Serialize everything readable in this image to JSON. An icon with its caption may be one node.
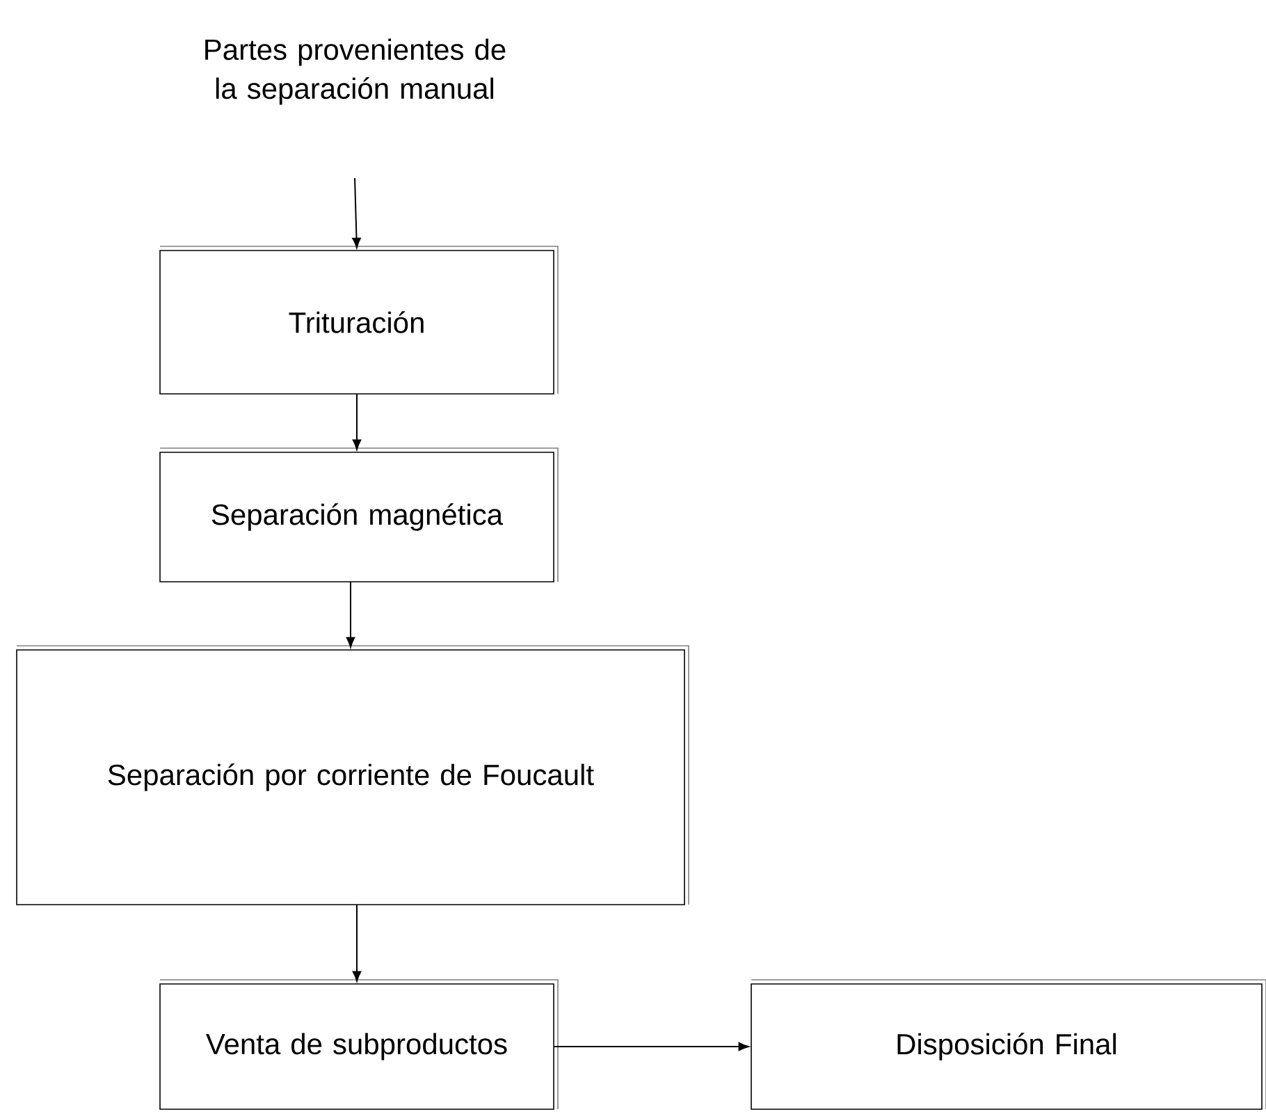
{
  "diagram": {
    "nodes": [
      {
        "text": [
          "Partes provenientes de la separación manual"
        ]
      },
      {
        "text": [
          "Trituración"
        ]
      },
      {
        "text": [
          "Separación magnética"
        ]
      },
      {
        "text": [
          "Separación por corriente de Foucault"
        ]
      },
      {
        "text": [
          "Venta de subproductos"
        ]
      },
      {
        "text": [
          "Disposición Final"
        ]
      }
    ],
    "edges": [
      {
        "from": 0,
        "to": 1,
        "arrow": "to"
      },
      {
        "from": 1,
        "to": 2,
        "arrow": "to"
      },
      {
        "from": 2,
        "to": 3,
        "arrow": "to"
      },
      {
        "from": 3,
        "to": 4,
        "arrow": "to"
      },
      {
        "from": 4,
        "to": 5,
        "arrow": "to"
      }
    ]
  }
}
